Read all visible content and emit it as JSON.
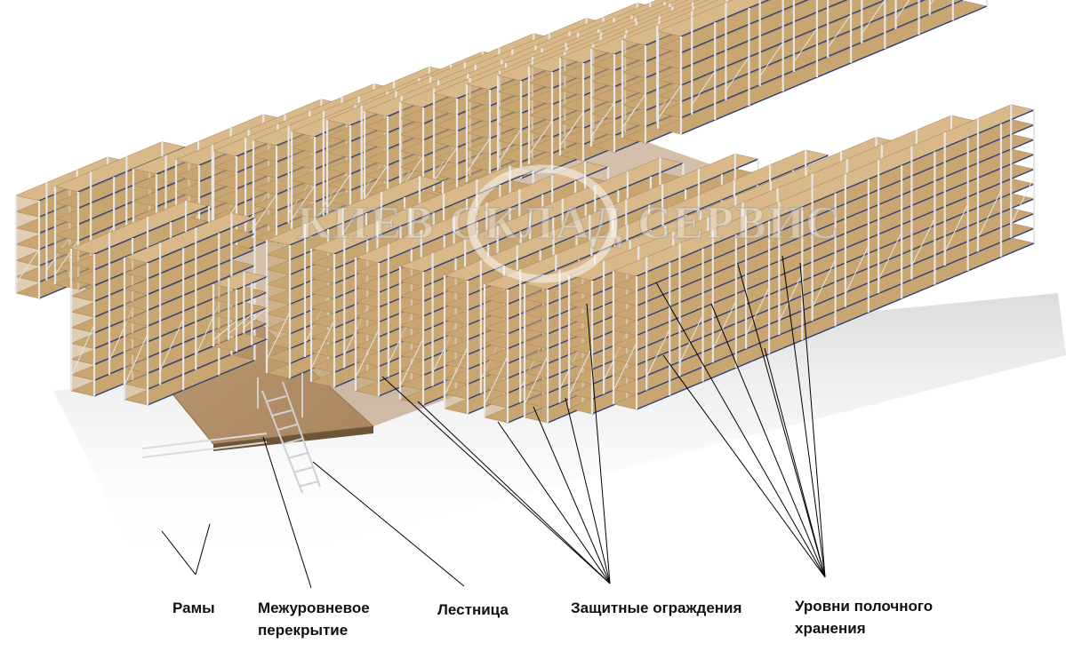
{
  "watermark": "КИЕВ СКЛАД СЕРВИС",
  "labels": {
    "frames": "Рамы",
    "mezzanine_line1": "Межуровневое",
    "mezzanine_line2": "перекрытие",
    "stairs": "Лестница",
    "guardrails": "Защитные ограждения",
    "levels_line1": "Уровни полочного",
    "levels_line2": "хранения"
  },
  "colors": {
    "shelf_top": "#d9b98a",
    "shelf_side": "#c9a572",
    "frame": "#e6e6e6",
    "floor": "#b8946a",
    "floor_edge": "#8e6f4c",
    "leader": "#000000",
    "beam": "#2c3f7a"
  }
}
